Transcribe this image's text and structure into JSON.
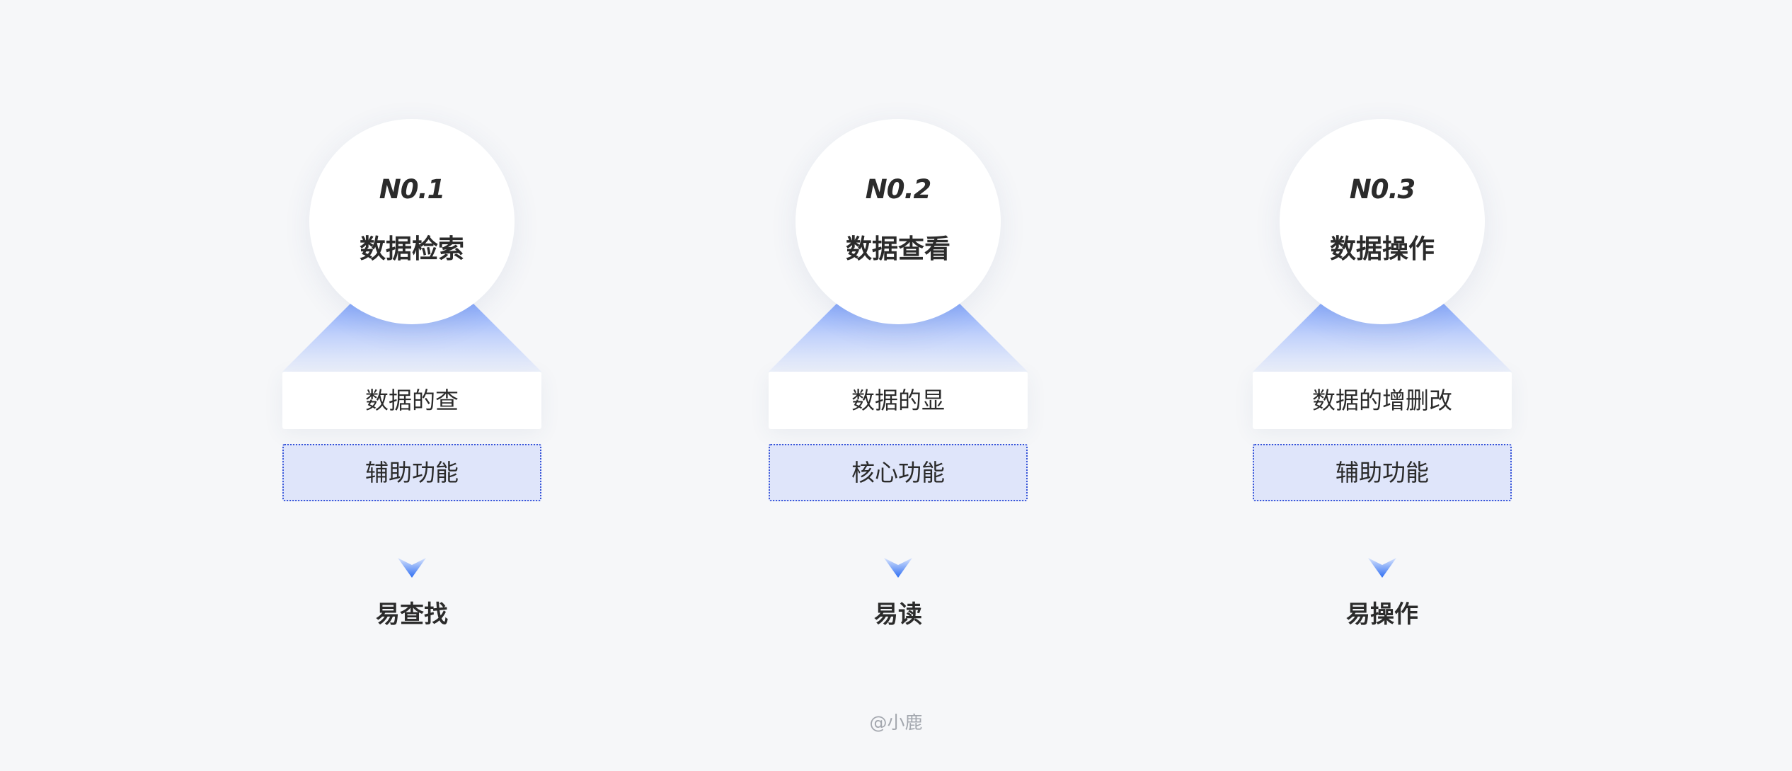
{
  "columns": [
    {
      "number": "N0.1",
      "title": "数据检索",
      "description": "数据的查",
      "function_label": "辅助功能",
      "result": "易查找"
    },
    {
      "number": "N0.2",
      "title": "数据查看",
      "description": "数据的显",
      "function_label": "核心功能",
      "result": "易读"
    },
    {
      "number": "N0.3",
      "title": "数据操作",
      "description": "数据的增删改",
      "function_label": "辅助功能",
      "result": "易操作"
    }
  ],
  "watermark": "@小鹿",
  "colors": {
    "background": "#f6f7f9",
    "accent_blue": "#2f6ff3",
    "function_fill": "#dfe5fa",
    "function_border": "#3553d8",
    "text": "#2b2b2b",
    "watermark": "#a3a7ae"
  },
  "icons": {
    "arrow": "chevron-down-icon"
  }
}
